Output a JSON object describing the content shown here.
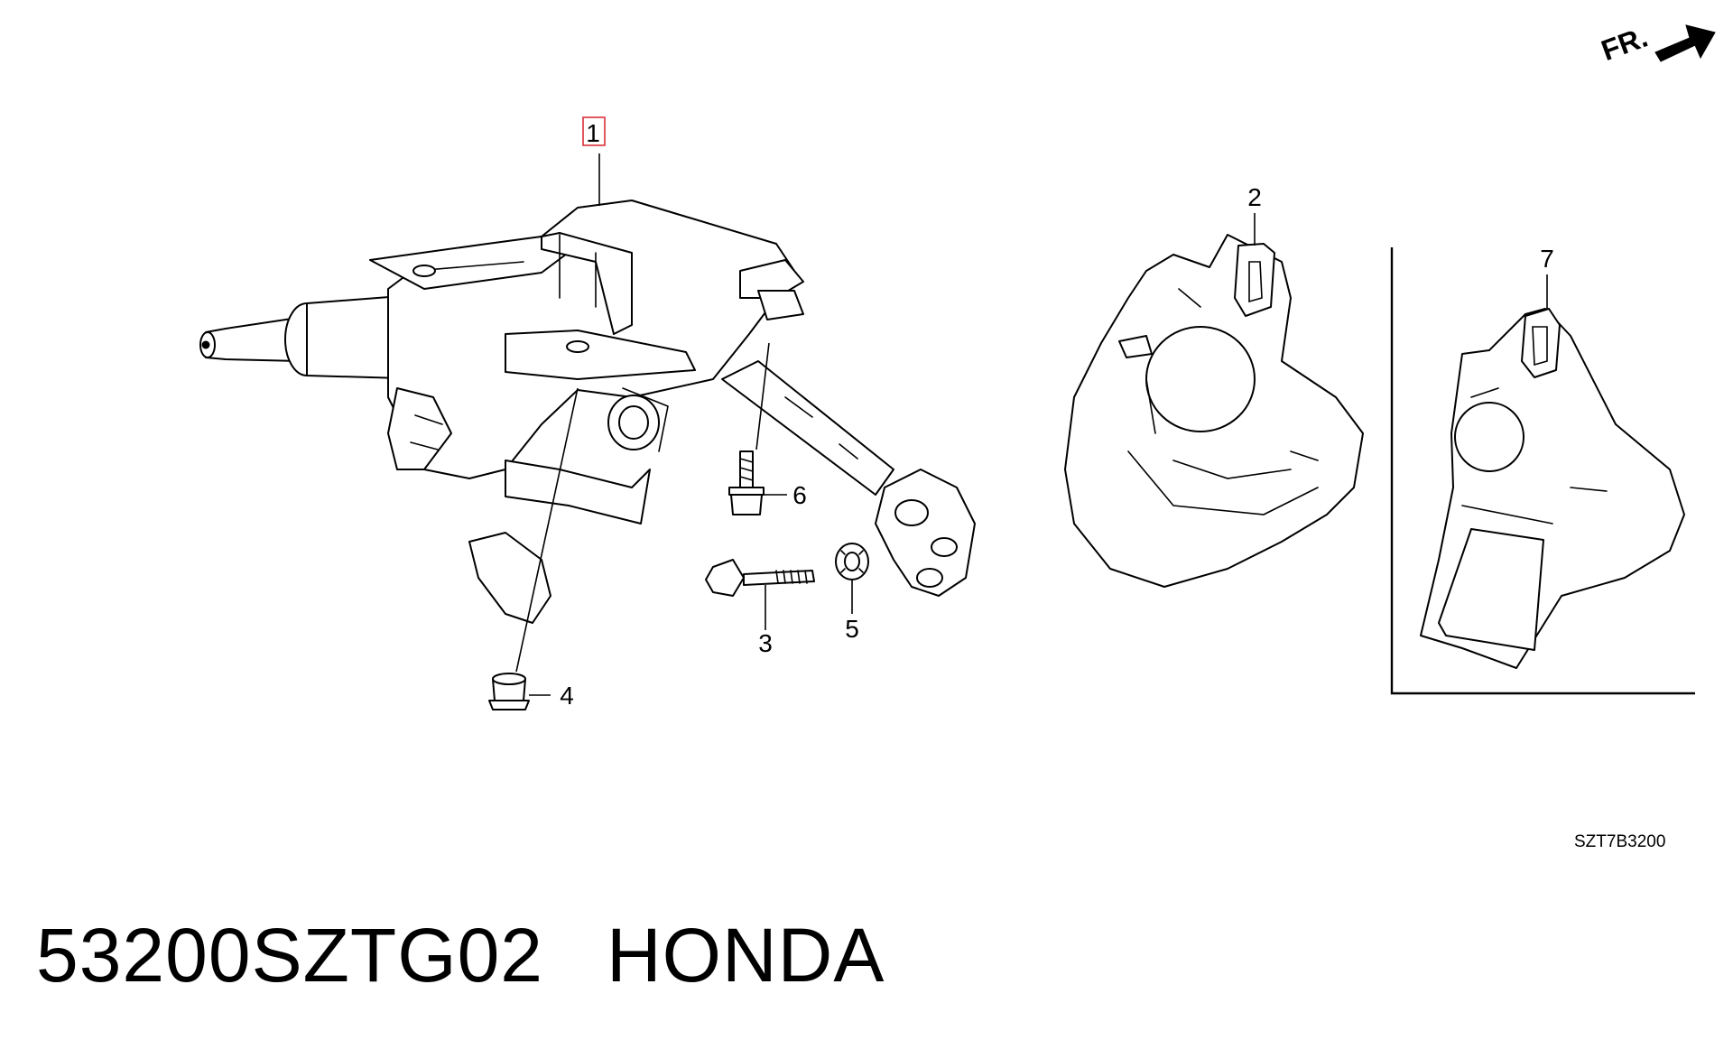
{
  "callouts": [
    {
      "id": "callout-1",
      "text": "1"
    },
    {
      "id": "callout-2",
      "text": "2"
    },
    {
      "id": "callout-3",
      "text": "3"
    },
    {
      "id": "callout-4",
      "text": "4"
    },
    {
      "id": "callout-5",
      "text": "5"
    },
    {
      "id": "callout-6",
      "text": "6"
    },
    {
      "id": "callout-7",
      "text": "7"
    }
  ],
  "direction_label": "FR.",
  "diagram_code": "SZT7B3200",
  "part_number": "53200SZTG02",
  "brand": "HONDA",
  "highlight_color": "#d9303a"
}
